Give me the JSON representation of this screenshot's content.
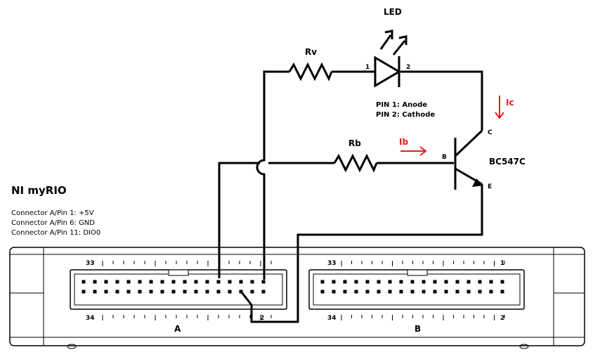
{
  "board": {
    "title": "NI myRIO",
    "pins": [
      "Connector A/Pin 1: +5V",
      "Connector A/Pin 6: GND",
      "Connector A/Pin 11: DIO0"
    ],
    "connector_a": {
      "label": "A",
      "top_left": "33",
      "bottom_left": "34",
      "bottom_right": "2"
    },
    "connector_b": {
      "label": "B",
      "top_left": "33",
      "top_right": "1",
      "bottom_left": "34",
      "bottom_right": "2"
    }
  },
  "components": {
    "led_label": "LED",
    "led_pin1": "1",
    "led_pin2": "2",
    "led_note_1": "PIN 1: Anode",
    "led_note_2": "PIN 2: Cathode",
    "rv_label": "Rv",
    "rb_label": "Rb",
    "transistor_label": "BC547C",
    "t_collector": "C",
    "t_base": "B",
    "t_emitter": "E"
  },
  "currents": {
    "ib": "Ib",
    "ic": "Ic",
    "color": "#e0201f"
  }
}
